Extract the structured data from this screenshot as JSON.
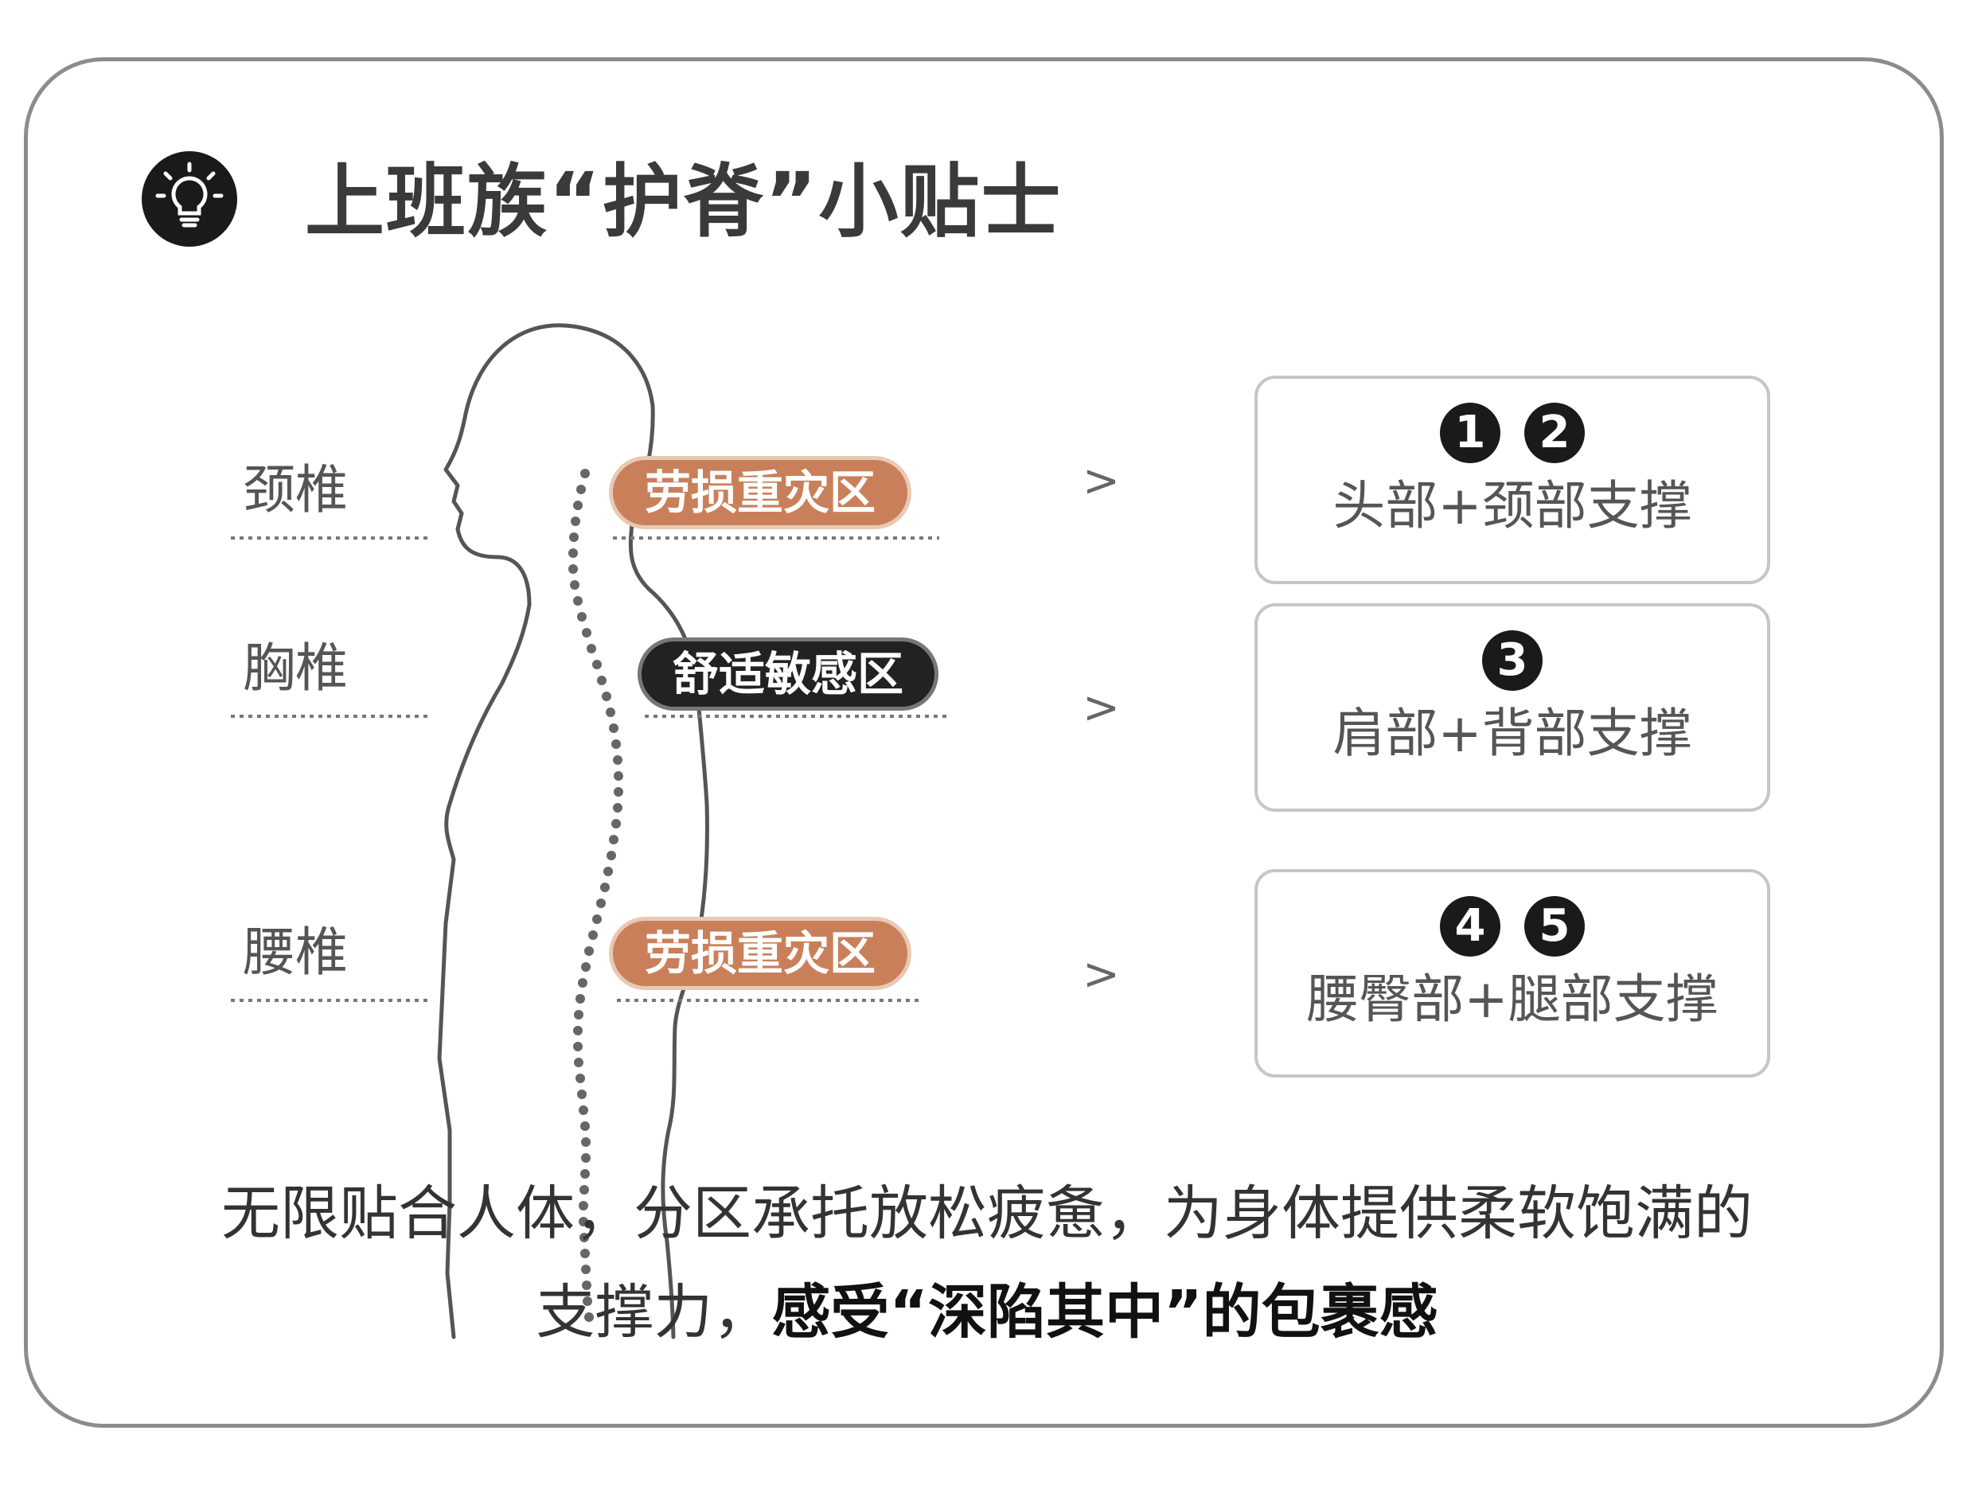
{
  "title": "上班族“护脊”小贴士",
  "icons": {
    "header": "lightbulb-icon",
    "arrow": "chevron-right-icon"
  },
  "colors": {
    "strain_zone": "#c9805a",
    "comfort_zone": "#222222",
    "outline": "#8c8c8c"
  },
  "segments": [
    {
      "label": "颈椎",
      "zone": "劳损重灾区"
    },
    {
      "label": "胸椎",
      "zone": "舒适敏感区"
    },
    {
      "label": "腰椎",
      "zone": "劳损重灾区"
    }
  ],
  "arrow_symbol": ">",
  "supports": [
    {
      "numbers": [
        "1",
        "2"
      ],
      "text": "头部+颈部支撑"
    },
    {
      "numbers": [
        "3"
      ],
      "text": "肩部+背部支撑"
    },
    {
      "numbers": [
        "4",
        "5"
      ],
      "text": "腰臀部+腿部支撑"
    }
  ],
  "description": {
    "line1": "无限贴合人体，分区承托放松疲惫，为身体提供柔软饱满的",
    "line2_regular": "支撑力，",
    "line2_bold": "感受“深陷其中”的包裹感"
  }
}
